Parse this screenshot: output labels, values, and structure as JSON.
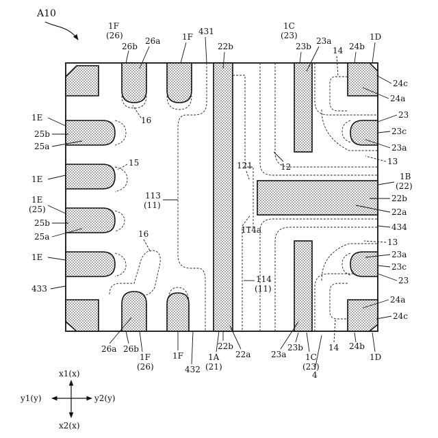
{
  "figure": {
    "ref": "A10"
  },
  "labels": {
    "1F_26_top": "1F",
    "1F_26_top_sub": "(26)",
    "26b_top": "26b",
    "26a_top": "26a",
    "1F_top": "1F",
    "431": "431",
    "22b_top": "22b",
    "1C_23_top": "1C",
    "1C_23_top_sub": "(23)",
    "23b_top": "23b",
    "23a_top": "23a",
    "14_top": "14",
    "24b_top": "24b",
    "1D_top": "1D",
    "24c_top": "24c",
    "24a_top": "24a",
    "23_top": "23",
    "23c_top": "23c",
    "23a_right_top": "23a",
    "13_top": "13",
    "12": "12",
    "121": "121",
    "1B": "1B",
    "1B_sub": "(22)",
    "22b_right": "22b",
    "22a_right": "22a",
    "434": "434",
    "13_bottom": "13",
    "23a_right_bottom": "23a",
    "23c_bottom": "23c",
    "23_bottom": "23",
    "24a_bottom": "24a",
    "24c_bottom": "24c",
    "1D_bottom": "1D",
    "24b_bottom": "24b",
    "14_bottom": "14",
    "1C_23_bottom": "1C",
    "1C_23_bottom_sub": "(23)",
    "23b_bottom": "23b",
    "23a_bottom": "23a",
    "4": "4",
    "22a_bottom": "22a",
    "22b_bottom": "22b",
    "1A": "1A",
    "1A_sub": "(21)",
    "432": "432",
    "1F_bottom": "1F",
    "1F_26_bottom": "1F",
    "1F_26_bottom_sub": "(26)",
    "26b_bottom": "26b",
    "26a_bottom": "26a",
    "433": "433",
    "16_top": "16",
    "16_bottom": "16",
    "15": "15",
    "1E_1": "1E",
    "25b_1": "25b",
    "25a_1": "25a",
    "1E_2": "1E",
    "1E_3": "1E",
    "1E_3_sub": "(25)",
    "25b_3": "25b",
    "25a_3": "25a",
    "1E_4": "1E",
    "113": "113",
    "113_sub": "(11)",
    "114a": "114a",
    "114": "114",
    "114_sub": "(11)"
  },
  "axes": {
    "x1": "x1(x)",
    "x2": "x2(x)",
    "y1": "y1(y)",
    "y2": "y2(y)"
  }
}
